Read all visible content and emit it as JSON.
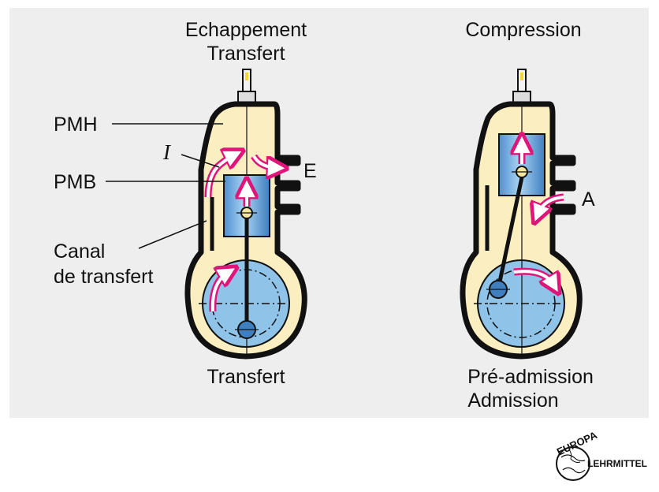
{
  "left_engine": {
    "title_line1": "Echappement",
    "title_line2": "Transfert",
    "caption": "Transfert",
    "label_pmh": "PMH",
    "label_pmb": "PMB",
    "label_i": "I",
    "label_e": "E",
    "label_canal_line1": "Canal",
    "label_canal_line2": "de transfert"
  },
  "right_engine": {
    "title": "Compression",
    "caption_line1": "Pré-admission",
    "caption_line2": "Admission",
    "label_a": "A"
  },
  "logo": {
    "top_word": "EUROPA",
    "bottom_word": "LEHRMITTEL"
  },
  "colors": {
    "panel": "#eeeeee",
    "body_fill": "#fbeec0",
    "blue": "#8fc3e8",
    "piston": "#6fa8dc",
    "arrow": "#e0157a",
    "outline": "#111111"
  }
}
